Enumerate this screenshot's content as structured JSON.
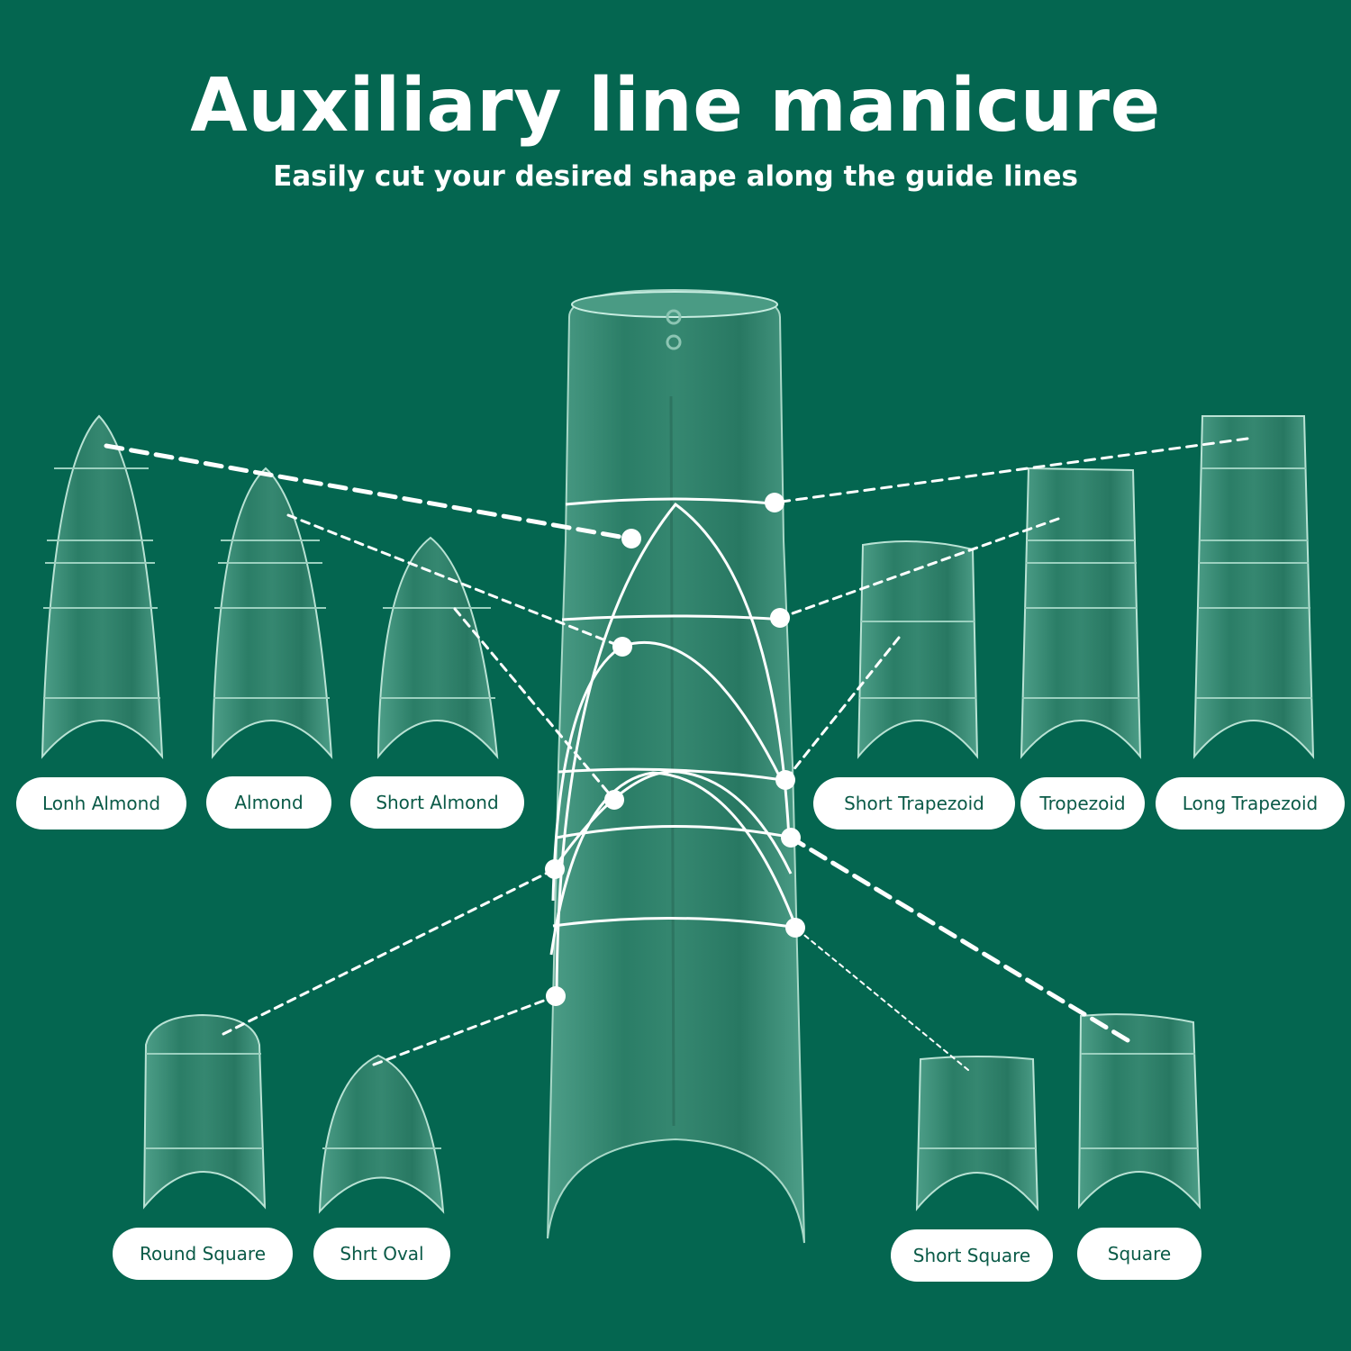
{
  "header": {
    "title": "Auxiliary line manicure",
    "subtitle": "Easily cut your desired shape along the guide lines"
  },
  "colors": {
    "background": "#046650",
    "nail_fill": "#3f8f79",
    "line": "#ffffff",
    "label_text": "#0a5a47"
  },
  "shapes": {
    "long_almond": "Lonh Almond",
    "almond": "Almond",
    "short_almond": "Short Almond",
    "short_trapezoid": "Short Trapezoid",
    "trapezoid": "Tropezoid",
    "long_trapezoid": "Long Trapezoid",
    "round_square": "Round Square",
    "short_oval": "Shrt Oval",
    "short_square": "Short Square",
    "square": "Square"
  }
}
